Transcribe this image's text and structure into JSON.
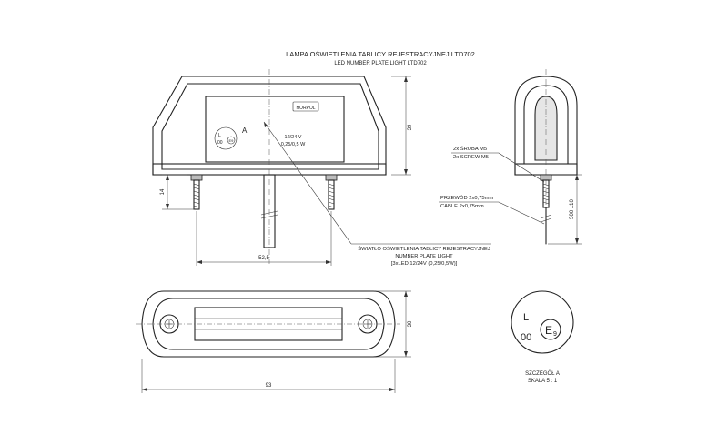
{
  "title": {
    "pl": "LAMPA OŚWIETLENIA TABLICY REJESTRACYJNEJ LTD702",
    "en": "LED NUMBER PLATE LIGHT LTD702"
  },
  "front_view": {
    "logo": "HORPOL",
    "mark_a": "A",
    "emark_l": "L",
    "emark_00": "00",
    "emark_e": "E9",
    "voltage": "12/24 V",
    "power": "0,25/0,5 W",
    "dim_height": "39",
    "dim_bolt": "14",
    "dim_spacing": "52,5"
  },
  "side_view": {
    "screw_pl": "2x ŚRUBA M5",
    "screw_en": "2x SCREW M5",
    "cable_pl": "PRZEWÓD 2x0,75mm",
    "cable_en": "CABLE 2x0,75mm",
    "dim_cable": "500 ±10"
  },
  "callout": {
    "pl": "ŚWIATŁO OŚWIETLENIA TABLICY REJESTRACYJNEJ",
    "en": "NUMBER PLATE LIGHT",
    "spec": "[3xLED 12/24V (0,25/0,5W)]"
  },
  "top_view": {
    "dim_width": "93",
    "dim_depth": "30"
  },
  "detail": {
    "l": "L",
    "n00": "00",
    "e9": "E",
    "e9_sub": "9",
    "label_pl": "SZCZEGÓŁ A",
    "label_scale": "SKALA 5 : 1"
  }
}
